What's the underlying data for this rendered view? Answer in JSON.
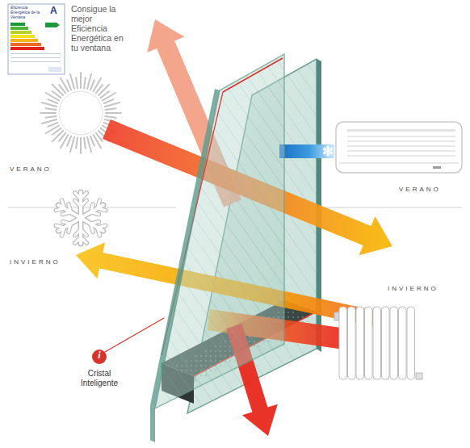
{
  "diagram": {
    "labels": [
      "Eficiencia Energética de la Ventana",
      "A",
      "Consigue la mejor Eficiencia Energética en tu ventana",
      "VERANO",
      "INVIERNO",
      "VERANO",
      "INVIERNO",
      "i",
      "Cristal Inteligente"
    ]
  }
}
